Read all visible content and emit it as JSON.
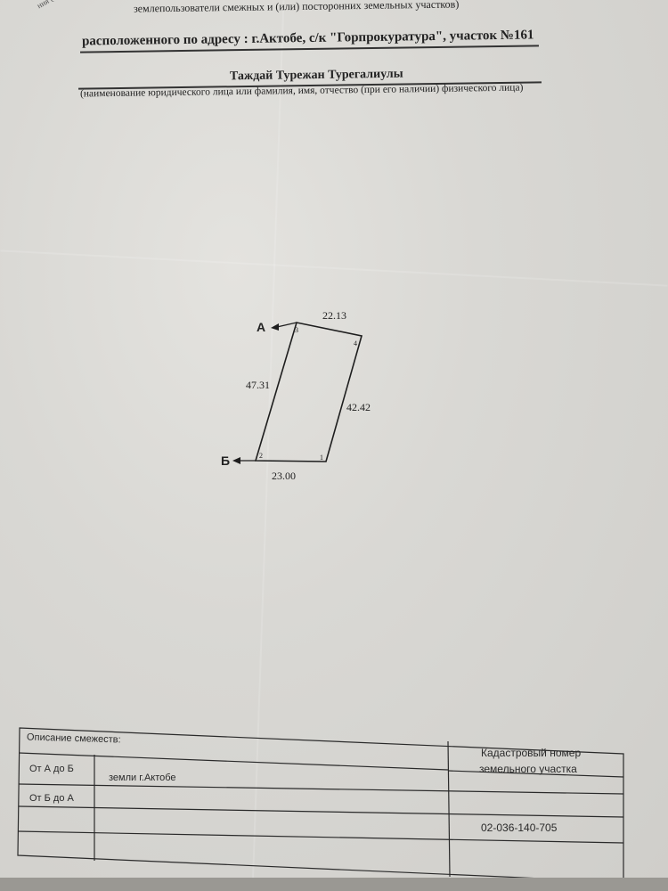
{
  "header": {
    "corner_text": "ния (пла",
    "top_line": "землепользователи смежных и (или) посторонних земельных участков)",
    "address": "расположенного по адресу : г.Актобе, с/к \"Горпрокуратура\", участок №161",
    "owner": "Таждай Турежан Турегалиулы",
    "owner_caption": "(наименование юридического лица или фамилия, имя, отчество (при его наличии) физического лица)"
  },
  "plan": {
    "marker_a": "А",
    "marker_b": "Б",
    "sides": {
      "top": "22.13",
      "left": "47.31",
      "right": "42.42",
      "bottom": "23.00"
    },
    "points": [
      "1",
      "2",
      "3",
      "4"
    ]
  },
  "table": {
    "header_description": "Описание смежеств:",
    "header_cadastral": "Кадастровый номер земельного участка",
    "header_cadastral_line1": "Кадастровый номер",
    "header_cadastral_line2": "земельного участка",
    "rows": [
      {
        "from": "От А до Б",
        "description": "земли г.Актобе"
      },
      {
        "from": "От Б до А",
        "description": ""
      }
    ],
    "cadastral_number": "02-036-140-705"
  }
}
